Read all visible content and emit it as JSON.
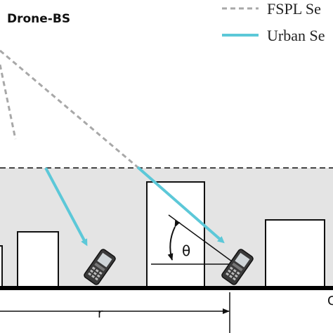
{
  "diagram": {
    "drone_label": "Drone-BS",
    "legend": [
      {
        "text": "FSPL Se",
        "style": "dashed",
        "color": "#a8a8a8"
      },
      {
        "text": "Urban Se",
        "style": "solid",
        "color": "#5cc8d8"
      }
    ],
    "angle_label": "θ",
    "distance_label": "r",
    "edge_label": "C",
    "colors": {
      "urban_ray": "#5cc8d8",
      "fspl_ray": "#a8a8a8",
      "urban_band": "#e4e4e4",
      "ground": "#000000",
      "building_fill": "#ffffff",
      "building_stroke": "#111111"
    },
    "icons": [
      "drone-bs-label",
      "mobile-phone-icon",
      "mobile-phone-icon",
      "angle-arrow-icon"
    ]
  }
}
